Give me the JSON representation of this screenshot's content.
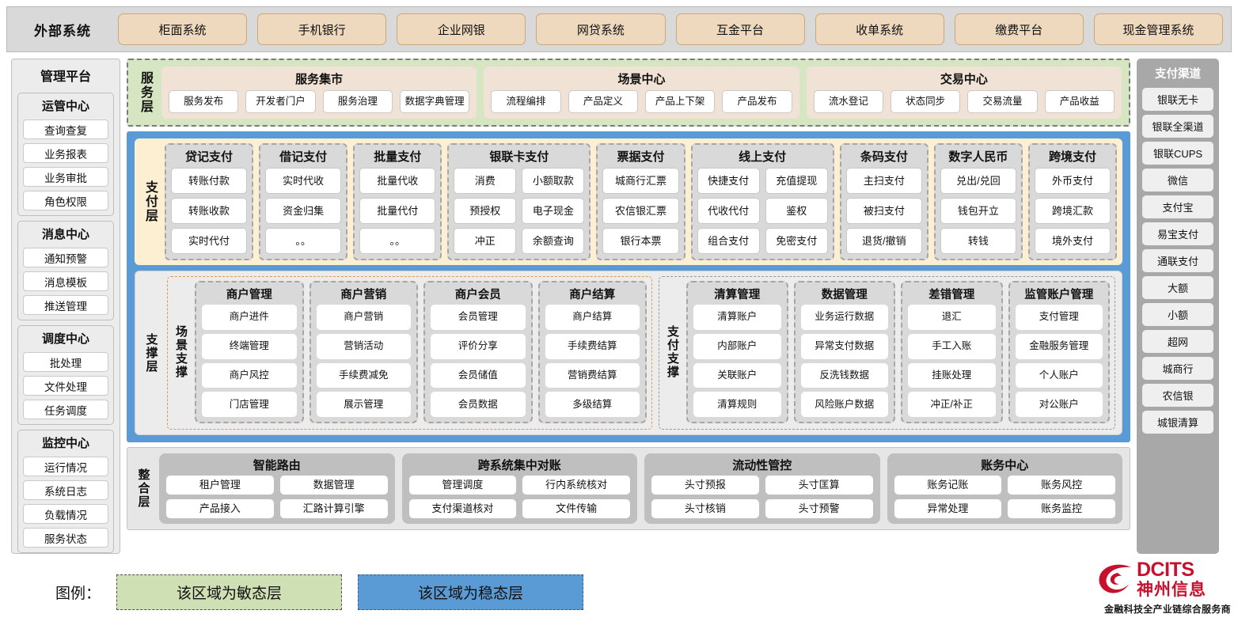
{
  "external": {
    "title": "外部系统",
    "items": [
      "柜面系统",
      "手机银行",
      "企业网银",
      "网贷系统",
      "互金平台",
      "收单系统",
      "缴费平台",
      "现金管理系统"
    ]
  },
  "left_sidebar": {
    "title": "管理平台",
    "groups": [
      {
        "title": "运管中心",
        "items": [
          "查询查复",
          "业务报表",
          "业务审批",
          "角色权限"
        ]
      },
      {
        "title": "消息中心",
        "items": [
          "通知预警",
          "消息模板",
          "推送管理"
        ]
      },
      {
        "title": "调度中心",
        "items": [
          "批处理",
          "文件处理",
          "任务调度"
        ]
      },
      {
        "title": "监控中心",
        "items": [
          "运行情况",
          "系统日志",
          "负载情况",
          "服务状态"
        ]
      }
    ]
  },
  "right_sidebar": {
    "title": "支付渠道",
    "items": [
      "银联无卡",
      "银联全渠道",
      "银联CUPS",
      "微信",
      "支付宝",
      "易宝支付",
      "通联支付",
      "大额",
      "小额",
      "超网",
      "城商行",
      "农信银",
      "城银清算"
    ]
  },
  "service_layer": {
    "label": "服务层",
    "cards": [
      {
        "title": "服务集市",
        "items": [
          "服务发布",
          "开发者门户",
          "服务治理",
          "数据字典管理"
        ]
      },
      {
        "title": "场景中心",
        "items": [
          "流程编排",
          "产品定义",
          "产品上下架",
          "产品发布"
        ]
      },
      {
        "title": "交易中心",
        "items": [
          "流水登记",
          "状态同步",
          "交易流量",
          "产品收益"
        ]
      }
    ]
  },
  "payment_layer": {
    "label": "支付层",
    "columns": [
      {
        "title": "贷记支付",
        "cols": 1,
        "items": [
          "转账付款",
          "转账收款",
          "实时代付"
        ]
      },
      {
        "title": "借记支付",
        "cols": 1,
        "items": [
          "实时代收",
          "资金归集",
          "。。"
        ]
      },
      {
        "title": "批量支付",
        "cols": 1,
        "items": [
          "批量代收",
          "批量代付",
          "。。"
        ]
      },
      {
        "title": "银联卡支付",
        "cols": 2,
        "items": [
          "消费",
          "小额取款",
          "预授权",
          "电子现金",
          "冲正",
          "余额查询"
        ]
      },
      {
        "title": "票据支付",
        "cols": 1,
        "items": [
          "城商行汇票",
          "农信银汇票",
          "银行本票"
        ]
      },
      {
        "title": "线上支付",
        "cols": 2,
        "items": [
          "快捷支付",
          "充值提现",
          "代收代付",
          "鉴权",
          "组合支付",
          "免密支付"
        ]
      },
      {
        "title": "条码支付",
        "cols": 1,
        "items": [
          "主扫支付",
          "被扫支付",
          "退货/撤销"
        ]
      },
      {
        "title": "数字人民币",
        "cols": 1,
        "items": [
          "兑出/兑回",
          "钱包开立",
          "转钱"
        ]
      },
      {
        "title": "跨境支付",
        "cols": 1,
        "items": [
          "外币支付",
          "跨境汇款",
          "境外支付"
        ]
      }
    ]
  },
  "support_layer": {
    "label": "支撑层",
    "blocks": [
      {
        "label": "场景支撑",
        "columns": [
          {
            "title": "商户管理",
            "items": [
              "商户进件",
              "终端管理",
              "商户风控",
              "门店管理"
            ]
          },
          {
            "title": "商户营销",
            "items": [
              "商户营销",
              "营销活动",
              "手续费减免",
              "展示管理"
            ]
          },
          {
            "title": "商户会员",
            "items": [
              "会员管理",
              "评价分享",
              "会员储值",
              "会员数据"
            ]
          },
          {
            "title": "商户结算",
            "items": [
              "商户结算",
              "手续费结算",
              "营销费结算",
              "多级结算"
            ]
          }
        ]
      },
      {
        "label": "支付支撑",
        "columns": [
          {
            "title": "清算管理",
            "items": [
              "清算账户",
              "内部账户",
              "关联账户",
              "清算规则"
            ]
          },
          {
            "title": "数据管理",
            "items": [
              "业务运行数据",
              "异常支付数据",
              "反洗钱数据",
              "风险账户数据"
            ]
          },
          {
            "title": "差错管理",
            "items": [
              "退汇",
              "手工入账",
              "挂账处理",
              "冲正/补正"
            ]
          },
          {
            "title": "监管账户管理",
            "items": [
              "支付管理",
              "金融服务管理",
              "个人账户",
              "对公账户"
            ]
          }
        ]
      }
    ]
  },
  "integration_layer": {
    "label": "整合层",
    "cards": [
      {
        "title": "智能路由",
        "rows": [
          [
            "租户管理",
            "数据管理"
          ],
          [
            "产品接入",
            "汇路计算引擎"
          ]
        ]
      },
      {
        "title": "跨系统集中对账",
        "rows": [
          [
            "管理调度",
            "行内系统核对"
          ],
          [
            "支付渠道核对",
            "文件传输"
          ]
        ]
      },
      {
        "title": "流动性管控",
        "rows": [
          [
            "头寸预报",
            "头寸匡算"
          ],
          [
            "头寸核销",
            "头寸预警"
          ]
        ]
      },
      {
        "title": "账务中心",
        "rows": [
          [
            "账务记账",
            "账务风控"
          ],
          [
            "异常处理",
            "账务监控"
          ]
        ]
      }
    ]
  },
  "legend": {
    "label": "图例：",
    "agile": "该区域为敏态层",
    "stable": "该区域为稳态层",
    "agile_color": "#cfe0b4",
    "stable_color": "#5b9bd5"
  },
  "logo": {
    "brand": "DCITS",
    "brand_cn": "神州信息",
    "tagline": "金融科技全产业链综合服务商",
    "color": "#c8102e"
  }
}
